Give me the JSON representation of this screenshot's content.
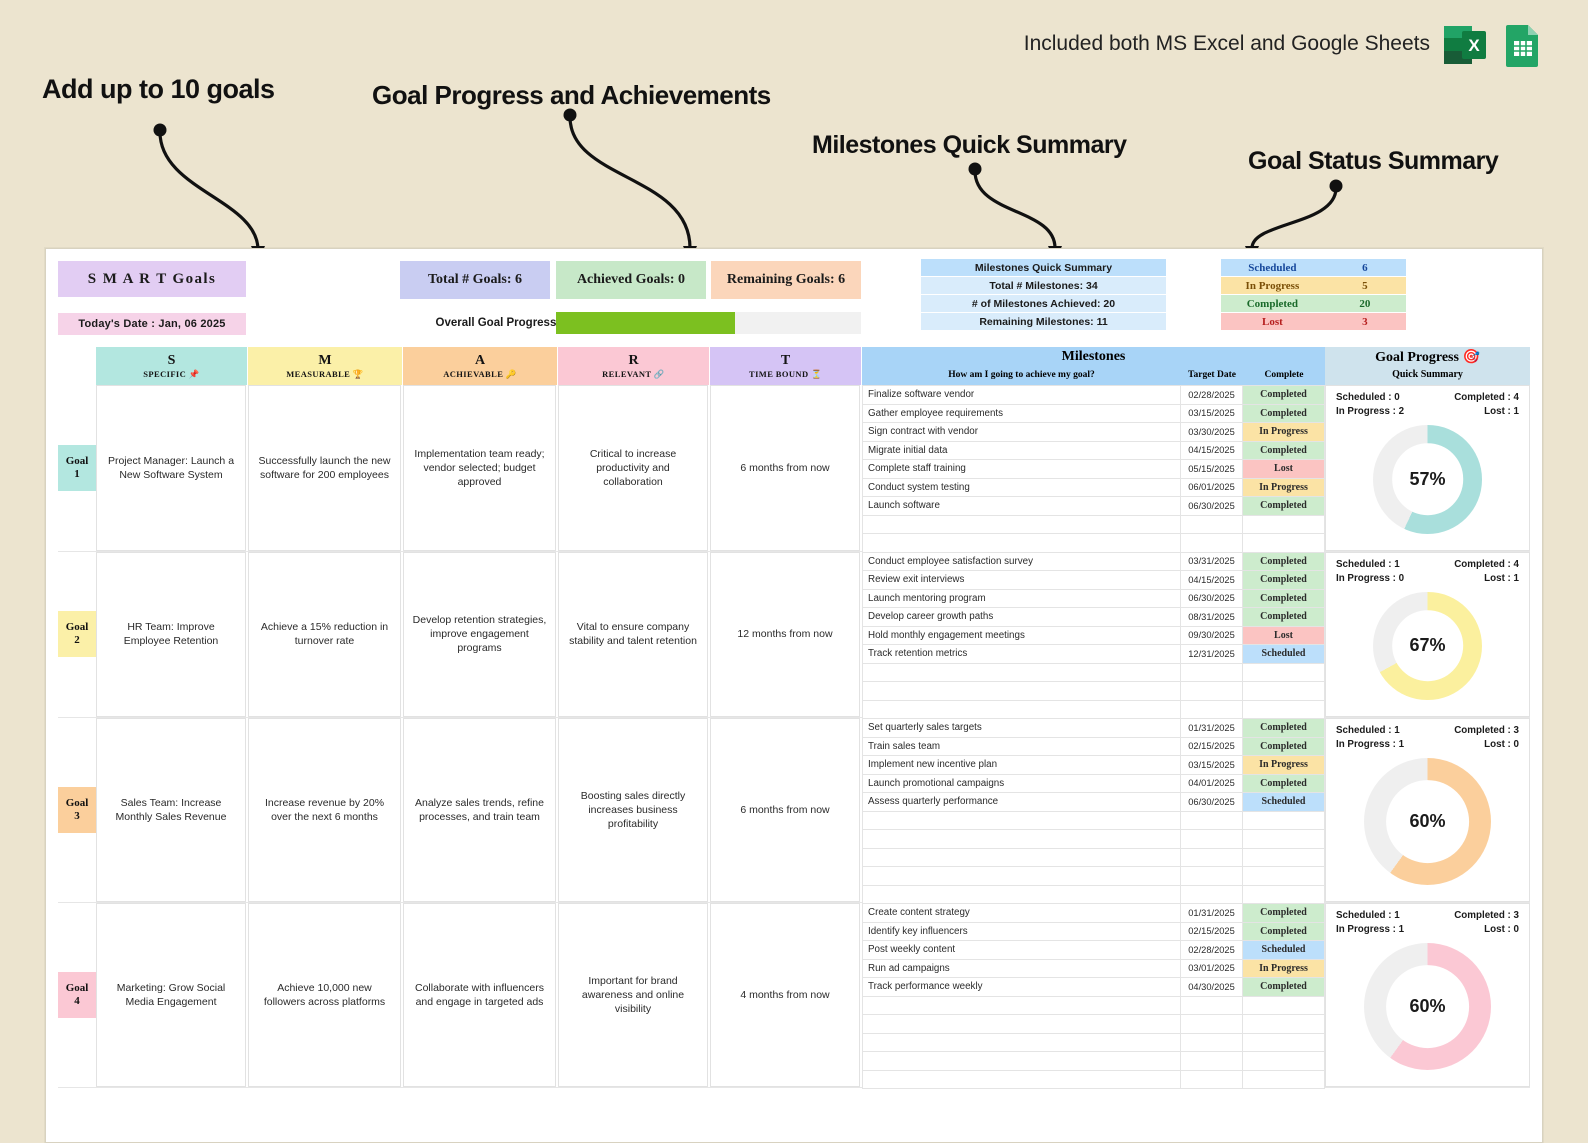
{
  "annotations": {
    "add_goals": "Add up to 10 goals",
    "goal_progress": "Goal Progress and Achievements",
    "milestones_quick": "Milestones Quick Summary",
    "goal_status": "Goal Status Summary",
    "excel_note": "Included both MS Excel and Google Sheets"
  },
  "header": {
    "title": "S M A R T Goals",
    "today": "Today's Date : Jan, 06 2025",
    "kpis": [
      {
        "label": "Total # Goals: 6",
        "color": "#c9cdf2"
      },
      {
        "label": "Achieved Goals: 0",
        "color": "#c7e8c8"
      },
      {
        "label": "Remaining Goals: 6",
        "color": "#fbd6bb"
      }
    ],
    "progress_label": "Overall Goal Progress: 58.8%",
    "progress_percent": 58.8,
    "progress_color": "#7cc020"
  },
  "milestones_summary": {
    "title": "Milestones Quick Summary",
    "rows": [
      "Total # Milestones: 34",
      "# of Milestones Achieved: 20",
      "Remaining Milestones: 11"
    ]
  },
  "goal_status_summary": {
    "rows": [
      {
        "label": "Scheduled",
        "value": "6",
        "key": "gs-scheduled"
      },
      {
        "label": "In Progress",
        "value": "5",
        "key": "gs-progress"
      },
      {
        "label": "Completed",
        "value": "20",
        "key": "gs-completed"
      },
      {
        "label": "Lost",
        "value": "3",
        "key": "gs-lost"
      }
    ]
  },
  "columns": {
    "s": {
      "big": "S",
      "small": "SPECIFIC 📌",
      "color": "#b3e7e0"
    },
    "m": {
      "big": "M",
      "small": "MEASURABLE 🏆",
      "color": "#fbf0a8"
    },
    "a": {
      "big": "A",
      "small": "ACHIEVABLE 🔑",
      "color": "#fbcf9c"
    },
    "r": {
      "big": "R",
      "small": "RELEVANT 🔗",
      "color": "#fbc8d4"
    },
    "t": {
      "big": "T",
      "small": "TIME BOUND ⏳",
      "color": "#d5c4f5"
    },
    "milestones": {
      "title": "Milestones",
      "question": "How am I going to achieve my goal?",
      "date": "Target Date",
      "complete": "Complete",
      "color": "#a8d4f7"
    },
    "goal_progress": {
      "title": "Goal Progress 🎯",
      "subtitle": "Quick Summary",
      "color": "#cfe3ed"
    }
  },
  "goals": [
    {
      "no": "Goal\n1",
      "no_label": "Goal",
      "no_num": "1",
      "swatch": "g1",
      "specific": "Project Manager: Launch a New Software System",
      "measurable": "Successfully launch the new software for 200 employees",
      "achievable": "Implementation team ready; vendor selected; budget approved",
      "relevant": "Critical to increase productivity and collaboration",
      "time_bound": "6 months from now",
      "rows": 9,
      "milestones": [
        {
          "task": "Finalize software vendor",
          "date": "02/28/2025",
          "status": "Completed"
        },
        {
          "task": "Gather employee requirements",
          "date": "03/15/2025",
          "status": "Completed"
        },
        {
          "task": "Sign contract with vendor",
          "date": "03/30/2025",
          "status": "In Progress"
        },
        {
          "task": "Migrate initial data",
          "date": "04/15/2025",
          "status": "Completed"
        },
        {
          "task": "Complete staff training",
          "date": "05/15/2025",
          "status": "Lost"
        },
        {
          "task": "Conduct system testing",
          "date": "06/01/2025",
          "status": "In Progress"
        },
        {
          "task": "Launch software",
          "date": "06/30/2025",
          "status": "Completed"
        }
      ],
      "summary": {
        "scheduled": "Scheduled : 0",
        "completed": "Completed : 4",
        "in_progress": "In Progress : 2",
        "lost": "Lost : 1"
      },
      "percent": 57,
      "percent_label": "57%",
      "donut_color": "#a9dfdc"
    },
    {
      "no_label": "Goal",
      "no_num": "2",
      "swatch": "g2",
      "specific": "HR Team: Improve Employee Retention",
      "measurable": "Achieve a 15% reduction in turnover rate",
      "achievable": "Develop retention strategies, improve engagement programs",
      "relevant": "Vital to ensure company stability and talent retention",
      "time_bound": "12 months from now",
      "rows": 9,
      "milestones": [
        {
          "task": "Conduct employee satisfaction survey",
          "date": "03/31/2025",
          "status": "Completed"
        },
        {
          "task": "Review exit interviews",
          "date": "04/15/2025",
          "status": "Completed"
        },
        {
          "task": "Launch mentoring program",
          "date": "06/30/2025",
          "status": "Completed"
        },
        {
          "task": "Develop career growth paths",
          "date": "08/31/2025",
          "status": "Completed"
        },
        {
          "task": "Hold monthly engagement meetings",
          "date": "09/30/2025",
          "status": "Lost"
        },
        {
          "task": "Track retention metrics",
          "date": "12/31/2025",
          "status": "Scheduled"
        }
      ],
      "summary": {
        "scheduled": "Scheduled : 1",
        "completed": "Completed : 4",
        "in_progress": "In Progress : 0",
        "lost": "Lost : 1"
      },
      "percent": 67,
      "percent_label": "67%",
      "donut_color": "#fbf09e"
    },
    {
      "no_label": "Goal",
      "no_num": "3",
      "swatch": "g3",
      "specific": "Sales Team: Increase Monthly Sales Revenue",
      "measurable": "Increase revenue by 20% over the next 6 months",
      "achievable": "Analyze sales trends, refine processes, and train team",
      "relevant": "Boosting sales directly increases business profitability",
      "time_bound": "6 months from now",
      "rows": 10,
      "milestones": [
        {
          "task": "Set quarterly sales targets",
          "date": "01/31/2025",
          "status": "Completed"
        },
        {
          "task": "Train sales team",
          "date": "02/15/2025",
          "status": "Completed"
        },
        {
          "task": "Implement new incentive plan",
          "date": "03/15/2025",
          "status": "In Progress"
        },
        {
          "task": "Launch promotional campaigns",
          "date": "04/01/2025",
          "status": "Completed"
        },
        {
          "task": "Assess quarterly performance",
          "date": "06/30/2025",
          "status": "Scheduled"
        }
      ],
      "summary": {
        "scheduled": "Scheduled : 1",
        "completed": "Completed : 3",
        "in_progress": "In Progress : 1",
        "lost": "Lost : 0"
      },
      "percent": 60,
      "percent_label": "60%",
      "donut_color": "#fbcf9c"
    },
    {
      "no_label": "Goal",
      "no_num": "4",
      "swatch": "g4",
      "specific": "Marketing: Grow Social Media Engagement",
      "measurable": "Achieve 10,000 new followers across platforms",
      "achievable": "Collaborate with influencers and engage in targeted ads",
      "relevant": "Important for brand awareness and online visibility",
      "time_bound": "4 months from now",
      "rows": 10,
      "milestones": [
        {
          "task": "Create content strategy",
          "date": "01/31/2025",
          "status": "Completed"
        },
        {
          "task": "Identify key influencers",
          "date": "02/15/2025",
          "status": "Completed"
        },
        {
          "task": "Post weekly content",
          "date": "02/28/2025",
          "status": "Scheduled"
        },
        {
          "task": "Run ad campaigns",
          "date": "03/01/2025",
          "status": "In Progress"
        },
        {
          "task": "Track performance weekly",
          "date": "04/30/2025",
          "status": "Completed"
        }
      ],
      "summary": {
        "scheduled": "Scheduled : 1",
        "completed": "Completed : 3",
        "in_progress": "In Progress : 1",
        "lost": "Lost : 0"
      },
      "percent": 60,
      "percent_label": "60%",
      "donut_color": "#fbc8d4"
    }
  ],
  "chart_data": {
    "type": "pie",
    "title": "Goal Progress Quick Summary (donut per goal)",
    "series": [
      {
        "name": "Goal 1",
        "percent": 57,
        "color": "#a9dfdc",
        "remainder_color": "#efefef"
      },
      {
        "name": "Goal 2",
        "percent": 67,
        "color": "#fbf09e",
        "remainder_color": "#efefef"
      },
      {
        "name": "Goal 3",
        "percent": 60,
        "color": "#fbcf9c",
        "remainder_color": "#efefef"
      },
      {
        "name": "Goal 4",
        "percent": 60,
        "color": "#fbc8d4",
        "remainder_color": "#efefef"
      }
    ],
    "overall_progress": {
      "type": "bar",
      "label": "Overall Goal Progress",
      "value": 58.8,
      "ylim": [
        0,
        100
      ],
      "color": "#7cc020"
    }
  }
}
